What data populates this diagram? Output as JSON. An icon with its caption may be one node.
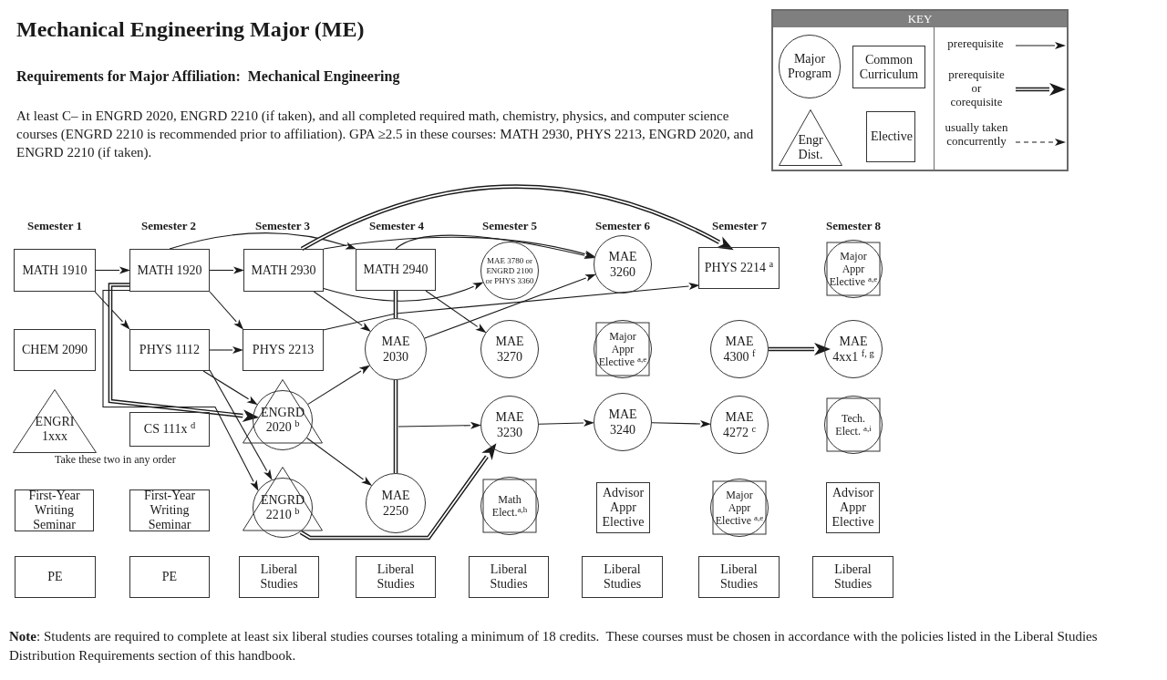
{
  "diagram": {
    "title": "Mechanical Engineering Major (ME)",
    "caption": "**Note**: Students are required to complete at least six liberal studies courses totaling a minimum of 18 credits.  These courses must be chosen in accordance with the policies listed in the Liberal Studies Distribution Requirements section of this handbook.",
    "nodes": [
      {
        "text": [
          "MATH 1910"
        ]
      },
      {
        "text": [
          "MATH 1920"
        ]
      },
      {
        "text": [
          "MATH 2930"
        ]
      },
      {
        "text": [
          "MATH 2940"
        ]
      },
      {
        "text": [
          "MAE 3780 or ENGRD 2100 or PHYS 3360"
        ]
      },
      {
        "text": [
          "MAE 3260"
        ]
      },
      {
        "text": [
          "PHYS 2214 $^{a}$"
        ]
      },
      {
        "text": [
          "Major Appr Elective $^{a,e}$"
        ]
      },
      {
        "text": [
          "CHEM 2090"
        ]
      },
      {
        "text": [
          "PHYS 1112"
        ]
      },
      {
        "text": [
          "PHYS 2213"
        ]
      },
      {
        "text": [
          "MAE 2030"
        ]
      },
      {
        "text": [
          "MAE 3270"
        ]
      },
      {
        "text": [
          "Major Appr Elective $^{a,e}$"
        ]
      },
      {
        "text": [
          "MAE 4300 $^{f}$"
        ]
      },
      {
        "text": [
          "MAE 4xx1 $^{f, g}$"
        ]
      },
      {
        "text": [
          "ENGRI 1xxx"
        ]
      },
      {
        "text": [
          "CS 111x $^{d}$"
        ]
      },
      {
        "text": [
          "ENGRD 2020 $^{b}$"
        ]
      },
      {
        "text": [
          "MAE 3230"
        ]
      },
      {
        "text": [
          "MAE 3240"
        ]
      },
      {
        "text": [
          "MAE 4272 $^{c}$"
        ]
      },
      {
        "text": [
          "Tech. Elect. $^{a,i}$"
        ]
      },
      {
        "text": [
          "First-Year Writing Seminar"
        ]
      },
      {
        "text": [
          "First-Year Writing Seminar"
        ]
      },
      {
        "text": [
          "ENGRD 2210 $^{b}$"
        ]
      },
      {
        "text": [
          "MAE 2250"
        ]
      },
      {
        "text": [
          "Math Elect.$^{a,h}$"
        ]
      },
      {
        "text": [
          "Advisor Appr Elective"
        ]
      },
      {
        "text": [
          "Major Appr Elective $^{a,e}$"
        ]
      },
      {
        "text": [
          "Advisor Appr Elective"
        ]
      },
      {
        "text": [
          "PE"
        ]
      },
      {
        "text": [
          "PE"
        ]
      },
      {
        "text": [
          "Liberal Studies"
        ]
      },
      {
        "text": [
          "Liberal Studies"
        ]
      },
      {
        "text": [
          "Liberal Studies"
        ]
      },
      {
        "text": [
          "Liberal Studies"
        ]
      },
      {
        "text": [
          "Liberal Studies"
        ]
      },
      {
        "text": [
          "Liberal Studies"
        ]
      }
    ],
    "edges": [
      {
        "from": 0,
        "to": 1,
        "arrow": "to"
      },
      {
        "from": 0,
        "to": 9,
        "arrow": "to"
      },
      {
        "from": 1,
        "to": 2,
        "arrow": "to"
      },
      {
        "from": 1,
        "to": 10,
        "arrow": "to"
      },
      {
        "from": 1,
        "to": 3,
        "arrow": "to"
      },
      {
        "from": 1,
        "to": 18,
        "arrow": "to",
        "style": "thick"
      },
      {
        "from": 1,
        "to": 25,
        "arrow": "to"
      },
      {
        "from": 9,
        "to": 10,
        "arrow": "to"
      },
      {
        "from": 9,
        "to": 18,
        "arrow": "to"
      },
      {
        "from": 9,
        "to": 25,
        "arrow": "to"
      },
      {
        "from": 2,
        "to": 5,
        "arrow": "to"
      },
      {
        "from": 2,
        "to": 6,
        "arrow": "to",
        "style": "thick"
      },
      {
        "from": 2,
        "to": 4,
        "arrow": "to"
      },
      {
        "from": 2,
        "to": 11,
        "arrow": "to"
      },
      {
        "from": 10,
        "to": 6,
        "arrow": "to"
      },
      {
        "from": 3,
        "to": 5,
        "arrow": "to"
      },
      {
        "from": 3,
        "to": 12,
        "arrow": "to"
      },
      {
        "from": 3,
        "to": 11,
        "arrow": "none",
        "style": "thick"
      },
      {
        "from": 11,
        "to": 5,
        "arrow": "to"
      },
      {
        "from": 11,
        "to": 26,
        "arrow": "none",
        "style": "thick"
      },
      {
        "from": 11,
        "to": 19,
        "arrow": "to"
      },
      {
        "from": 18,
        "to": 11,
        "arrow": "to"
      },
      {
        "from": 18,
        "to": 26,
        "arrow": "to"
      },
      {
        "from": 25,
        "to": 19,
        "arrow": "to",
        "style": "thick"
      },
      {
        "from": 19,
        "to": 20,
        "arrow": "to"
      },
      {
        "from": 20,
        "to": 21,
        "arrow": "to"
      },
      {
        "from": 14,
        "to": 15,
        "arrow": "to",
        "style": "thick"
      }
    ],
    "labels": [
      "Requirements for Major Affiliation:  Mechanical Engineering",
      "At least C– in ENGRD 2020, ENGRD 2210 (if taken), and all completed required math, chemistry, physics, and computer science courses (ENGRD 2210 is recommended prior to affiliation). GPA ≥2.5 in these courses: MATH 2930, PHYS 2213, ENGRD 2020, and ENGRD 2210 (if taken).",
      "KEY",
      "Semester 1",
      "Semester 2",
      "Semester 3",
      "Semester 4",
      "Semester 5",
      "Semester 6",
      "Semester 7",
      "Semester 8",
      "Take these two in any order"
    ],
    "legend": [
      {
        "text": "Major Program"
      },
      {
        "text": "Common Curriculum"
      },
      {
        "text": "Engr Dist."
      },
      {
        "text": "Elective"
      },
      {
        "text": "prerequisite"
      },
      {
        "text": "prerequisite or corequisite"
      },
      {
        "text": "usually taken concurrently"
      }
    ]
  }
}
